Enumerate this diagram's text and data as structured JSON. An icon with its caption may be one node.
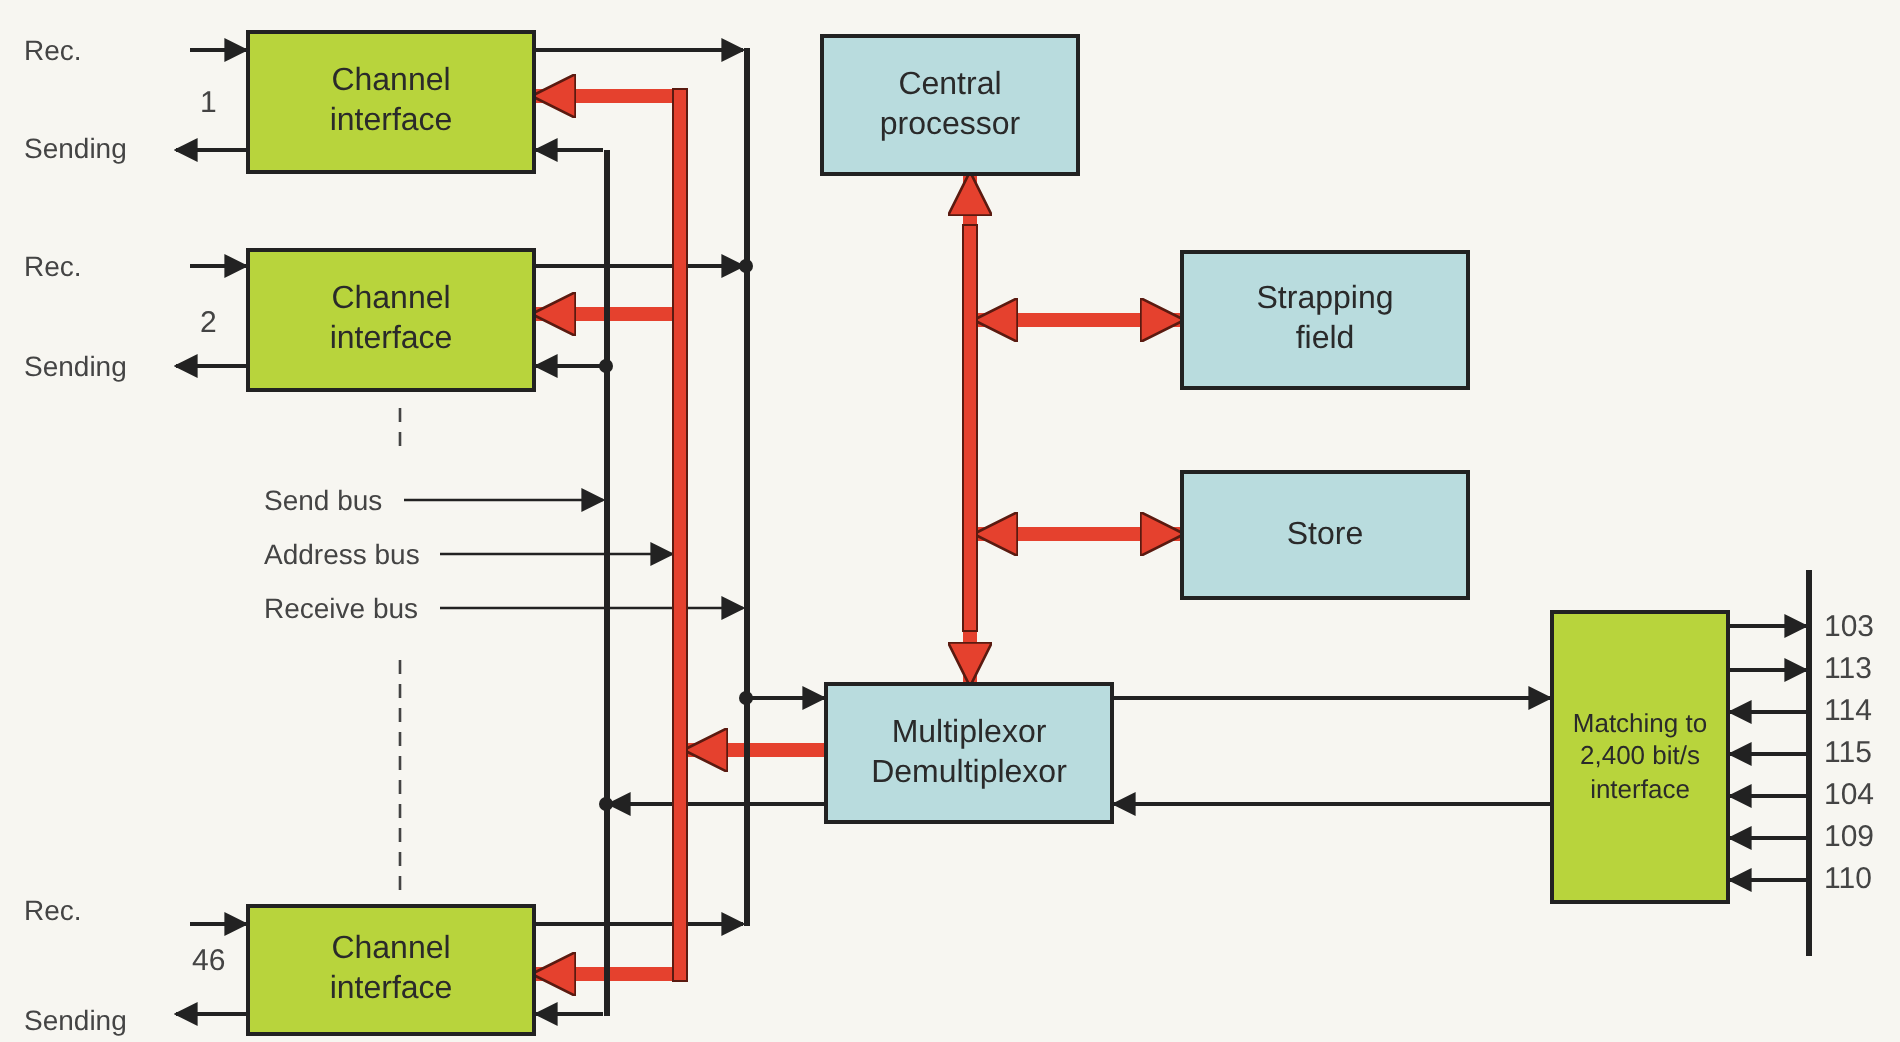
{
  "diagram": {
    "nodes": [
      {
        "text": [
          "Channel interface"
        ]
      },
      {
        "text": [
          "Channel interface"
        ]
      },
      {
        "text": [
          "Channel interface"
        ]
      },
      {
        "text": [
          "Central processor"
        ]
      },
      {
        "text": [
          "Strapping field"
        ]
      },
      {
        "text": [
          "Store"
        ]
      },
      {
        "text": [
          "Multiplexor Demultiplexor"
        ]
      },
      {
        "text": [
          "Matching to 2,400 bit/s interface"
        ]
      },
      {
        "text": [
          "Send bus"
        ]
      },
      {
        "text": [
          "Address bus"
        ]
      },
      {
        "text": [
          "Receive bus"
        ]
      },
      {
        "text": [],
        "shape": "bar"
      },
      {
        "text": [],
        "shape": "bar"
      },
      {
        "text": [],
        "shape": "bar"
      },
      {
        "text": [],
        "shape": "bar"
      },
      {
        "text": [],
        "shape": "bar"
      }
    ],
    "edges": [
      {
        "from": null,
        "to": 0,
        "arrow": "to"
      },
      {
        "from": 0,
        "to": null,
        "arrow": "to"
      },
      {
        "from": 0,
        "to": 13,
        "arrow": "to"
      },
      {
        "from": 12,
        "to": 0,
        "arrow": "to",
        "style": "thick",
        "color": "#e5412e"
      },
      {
        "from": 11,
        "to": 0,
        "arrow": "to"
      },
      {
        "from": null,
        "to": 1,
        "arrow": "to"
      },
      {
        "from": 1,
        "to": null,
        "arrow": "to"
      },
      {
        "from": 1,
        "to": 13,
        "arrow": "to"
      },
      {
        "from": 12,
        "to": 1,
        "arrow": "to",
        "style": "thick",
        "color": "#e5412e"
      },
      {
        "from": 11,
        "to": 1,
        "arrow": "to"
      },
      {
        "from": null,
        "to": 2,
        "arrow": "to"
      },
      {
        "from": 2,
        "to": null,
        "arrow": "to"
      },
      {
        "from": 2,
        "to": 13,
        "arrow": "to"
      },
      {
        "from": 12,
        "to": 2,
        "arrow": "to",
        "style": "thick",
        "color": "#e5412e"
      },
      {
        "from": 11,
        "to": 2,
        "arrow": "to"
      },
      {
        "from": 13,
        "to": 6,
        "arrow": "to"
      },
      {
        "from": 6,
        "to": 12,
        "arrow": "to",
        "style": "thick",
        "color": "#e5412e"
      },
      {
        "from": 6,
        "to": 11,
        "arrow": "to"
      },
      {
        "from": 6,
        "to": 7,
        "arrow": "to"
      },
      {
        "from": 7,
        "to": 6,
        "arrow": "to"
      },
      {
        "from": 14,
        "to": 3,
        "arrow": "to",
        "style": "thick",
        "color": "#e5412e"
      },
      {
        "from": 14,
        "to": 6,
        "arrow": "to",
        "style": "thick",
        "color": "#e5412e"
      },
      {
        "from": 14,
        "to": 4,
        "arrow": "both",
        "style": "thick",
        "color": "#e5412e"
      },
      {
        "from": 14,
        "to": 5,
        "arrow": "both",
        "style": "thick",
        "color": "#e5412e"
      },
      {
        "from": 7,
        "to": 15,
        "arrow": "to"
      },
      {
        "from": 7,
        "to": 15,
        "arrow": "to"
      },
      {
        "from": 15,
        "to": 7,
        "arrow": "to"
      },
      {
        "from": 15,
        "to": 7,
        "arrow": "to"
      },
      {
        "from": 15,
        "to": 7,
        "arrow": "to"
      },
      {
        "from": 15,
        "to": 7,
        "arrow": "to"
      },
      {
        "from": 15,
        "to": 7,
        "arrow": "to"
      },
      {
        "from": 8,
        "to": 11,
        "arrow": "to"
      },
      {
        "from": 9,
        "to": 12,
        "arrow": "to"
      },
      {
        "from": 10,
        "to": 13,
        "arrow": "to"
      }
    ],
    "labels": [
      "Rec.",
      "1",
      "Sending",
      "Rec.",
      "2",
      "Sending",
      "Rec.",
      "46",
      "Sending",
      "103",
      "113",
      "114",
      "115",
      "104",
      "109",
      "110"
    ]
  }
}
